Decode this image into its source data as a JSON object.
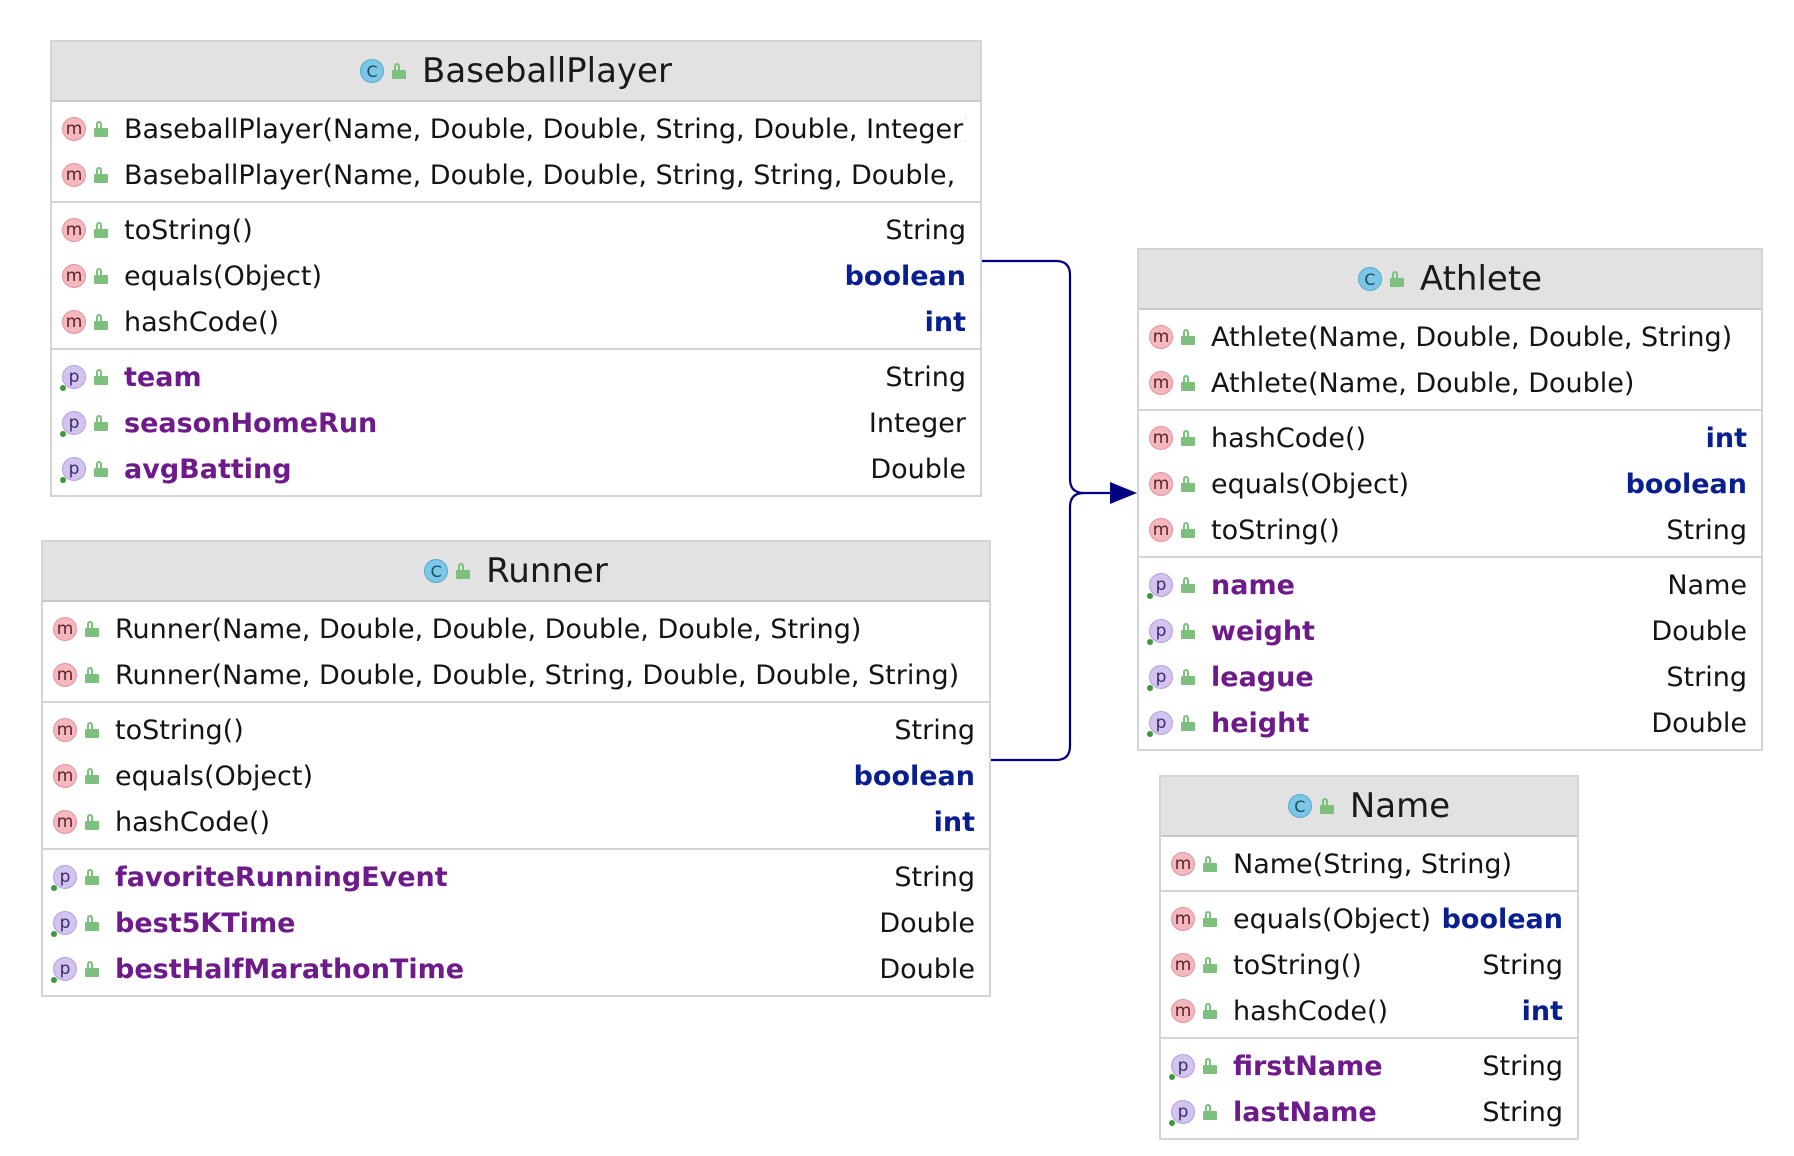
{
  "classes": {
    "baseballplayer": {
      "title": "BaseballPlayer",
      "constructors": [
        "BaseballPlayer(Name, Double, Double, String, Double, Integer)",
        "BaseballPlayer(Name, Double, Double, String, String, Double, Ir"
      ],
      "methods": [
        {
          "name": "toString()",
          "type": "String"
        },
        {
          "name": "equals(Object)",
          "type": "boolean"
        },
        {
          "name": "hashCode()",
          "type": "int"
        }
      ],
      "properties": [
        {
          "name": "team",
          "type": "String"
        },
        {
          "name": "seasonHomeRun",
          "type": "Integer"
        },
        {
          "name": "avgBatting",
          "type": "Double"
        }
      ]
    },
    "runner": {
      "title": "Runner",
      "constructors": [
        "Runner(Name, Double, Double, Double, Double, String)",
        "Runner(Name, Double, Double, String, Double, Double, String)"
      ],
      "methods": [
        {
          "name": "toString()",
          "type": "String"
        },
        {
          "name": "equals(Object)",
          "type": "boolean"
        },
        {
          "name": "hashCode()",
          "type": "int"
        }
      ],
      "properties": [
        {
          "name": "favoriteRunningEvent",
          "type": "String"
        },
        {
          "name": "best5KTime",
          "type": "Double"
        },
        {
          "name": "bestHalfMarathonTime",
          "type": "Double"
        }
      ]
    },
    "athlete": {
      "title": "Athlete",
      "constructors": [
        "Athlete(Name, Double, Double, String)",
        "Athlete(Name, Double, Double)"
      ],
      "methods": [
        {
          "name": "hashCode()",
          "type": "int"
        },
        {
          "name": "equals(Object)",
          "type": "boolean"
        },
        {
          "name": "toString()",
          "type": "String"
        }
      ],
      "properties": [
        {
          "name": "name",
          "type": "Name"
        },
        {
          "name": "weight",
          "type": "Double"
        },
        {
          "name": "league",
          "type": "String"
        },
        {
          "name": "height",
          "type": "Double"
        }
      ]
    },
    "name": {
      "title": "Name",
      "constructors": [
        "Name(String, String)"
      ],
      "methods": [
        {
          "name": "equals(Object)",
          "type": "boolean"
        },
        {
          "name": "toString()",
          "type": "String"
        },
        {
          "name": "hashCode()",
          "type": "int"
        }
      ],
      "properties": [
        {
          "name": "firstName",
          "type": "String"
        },
        {
          "name": "lastName",
          "type": "String"
        }
      ]
    }
  },
  "legend_icons": {
    "class_badge": "C",
    "method_badge": "m",
    "property_badge": "p"
  },
  "colors": {
    "keyword_type": "#0a1f8f",
    "property_name": "#6e1a8a",
    "connector": "#000080"
  },
  "relations": [
    {
      "from": "baseballplayer",
      "to": "athlete",
      "kind": "inheritance"
    },
    {
      "from": "runner",
      "to": "athlete",
      "kind": "inheritance"
    }
  ]
}
